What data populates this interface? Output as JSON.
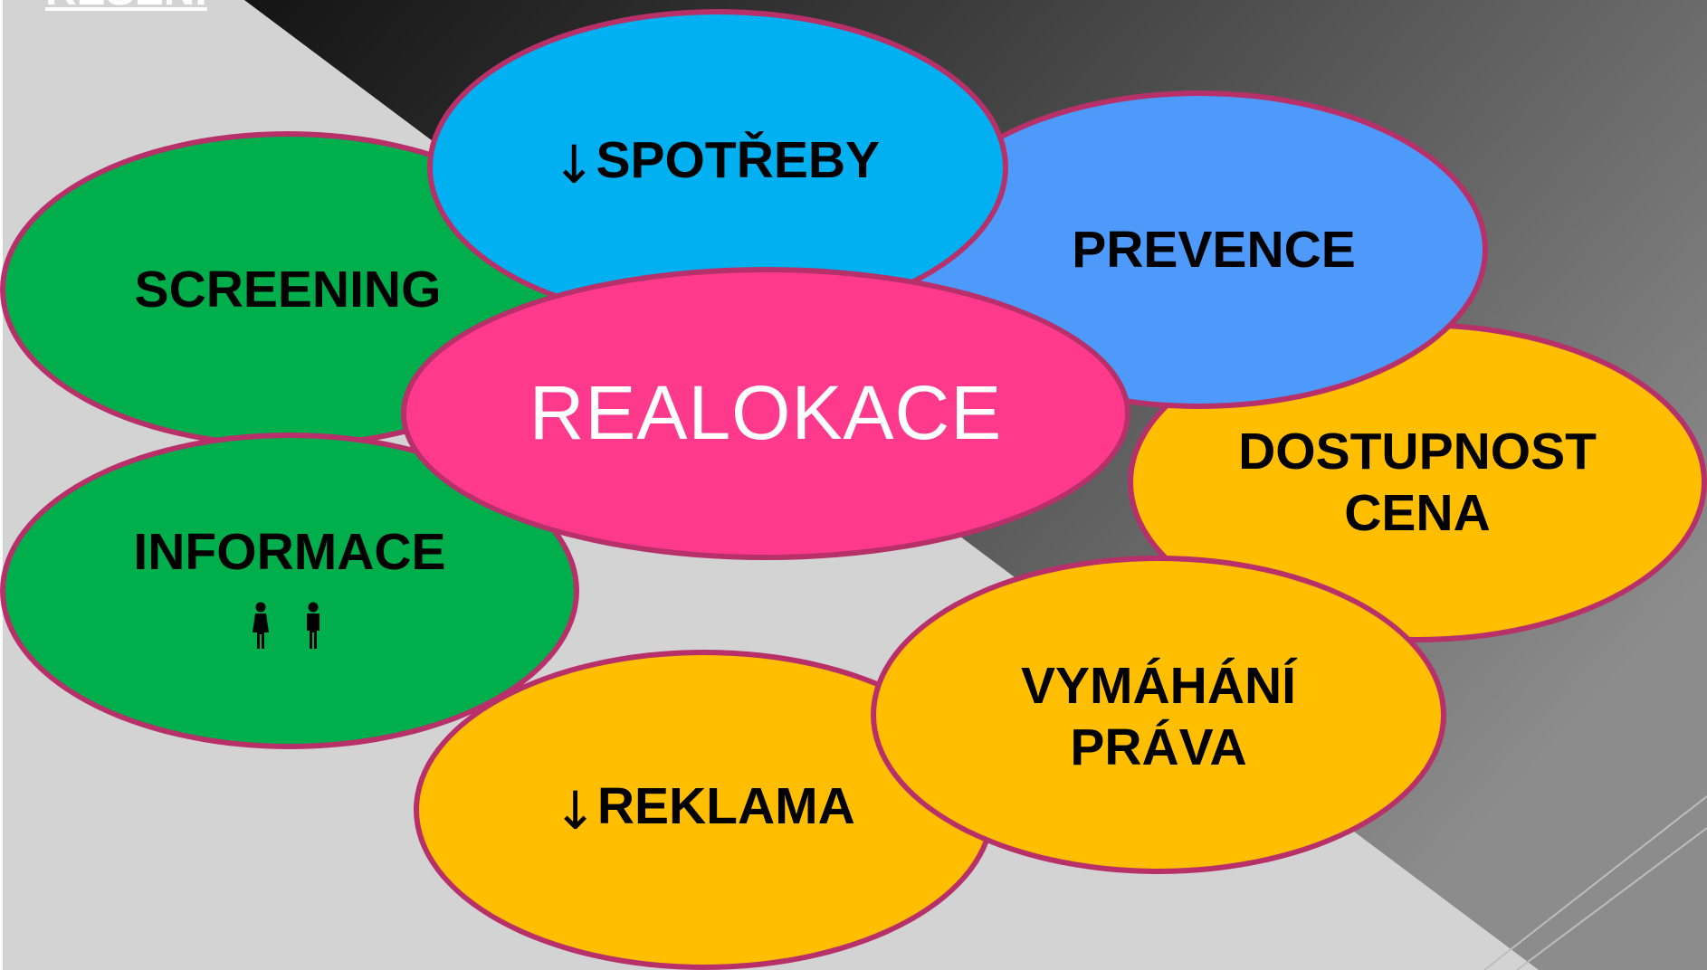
{
  "heading": "ŘEŠENÍ",
  "center": {
    "label": "REALOKACE",
    "fill": "#ff3a8c"
  },
  "colors": {
    "outline": "#b8306a",
    "green": "#00ae4c",
    "light_blue": "#00b0f0",
    "blue": "#4d9afa",
    "yellow": "#ffbf00",
    "text_dark": "#000000",
    "text_light": "#ffffff"
  },
  "nodes": {
    "spotreby": {
      "arrow": "↓",
      "label": "SPOTŘEBY",
      "fill": "#00b0f0"
    },
    "prevence": {
      "label": "PREVENCE",
      "fill": "#4d9afa"
    },
    "screening": {
      "label": "SCREENING",
      "fill": "#00ae4c"
    },
    "informace": {
      "label": "INFORMACE",
      "fill": "#00ae4c",
      "icon": "woman-man-icon"
    },
    "dostupnost": {
      "line1": "DOSTUPNOST",
      "line2": "CENA",
      "fill": "#ffbf00"
    },
    "vymahani": {
      "line1": "VYMÁHÁNÍ",
      "line2": "PRÁVA",
      "fill": "#ffbf00"
    },
    "reklama": {
      "arrow": "↓",
      "label": "REKLAMA",
      "fill": "#ffbf00"
    }
  }
}
